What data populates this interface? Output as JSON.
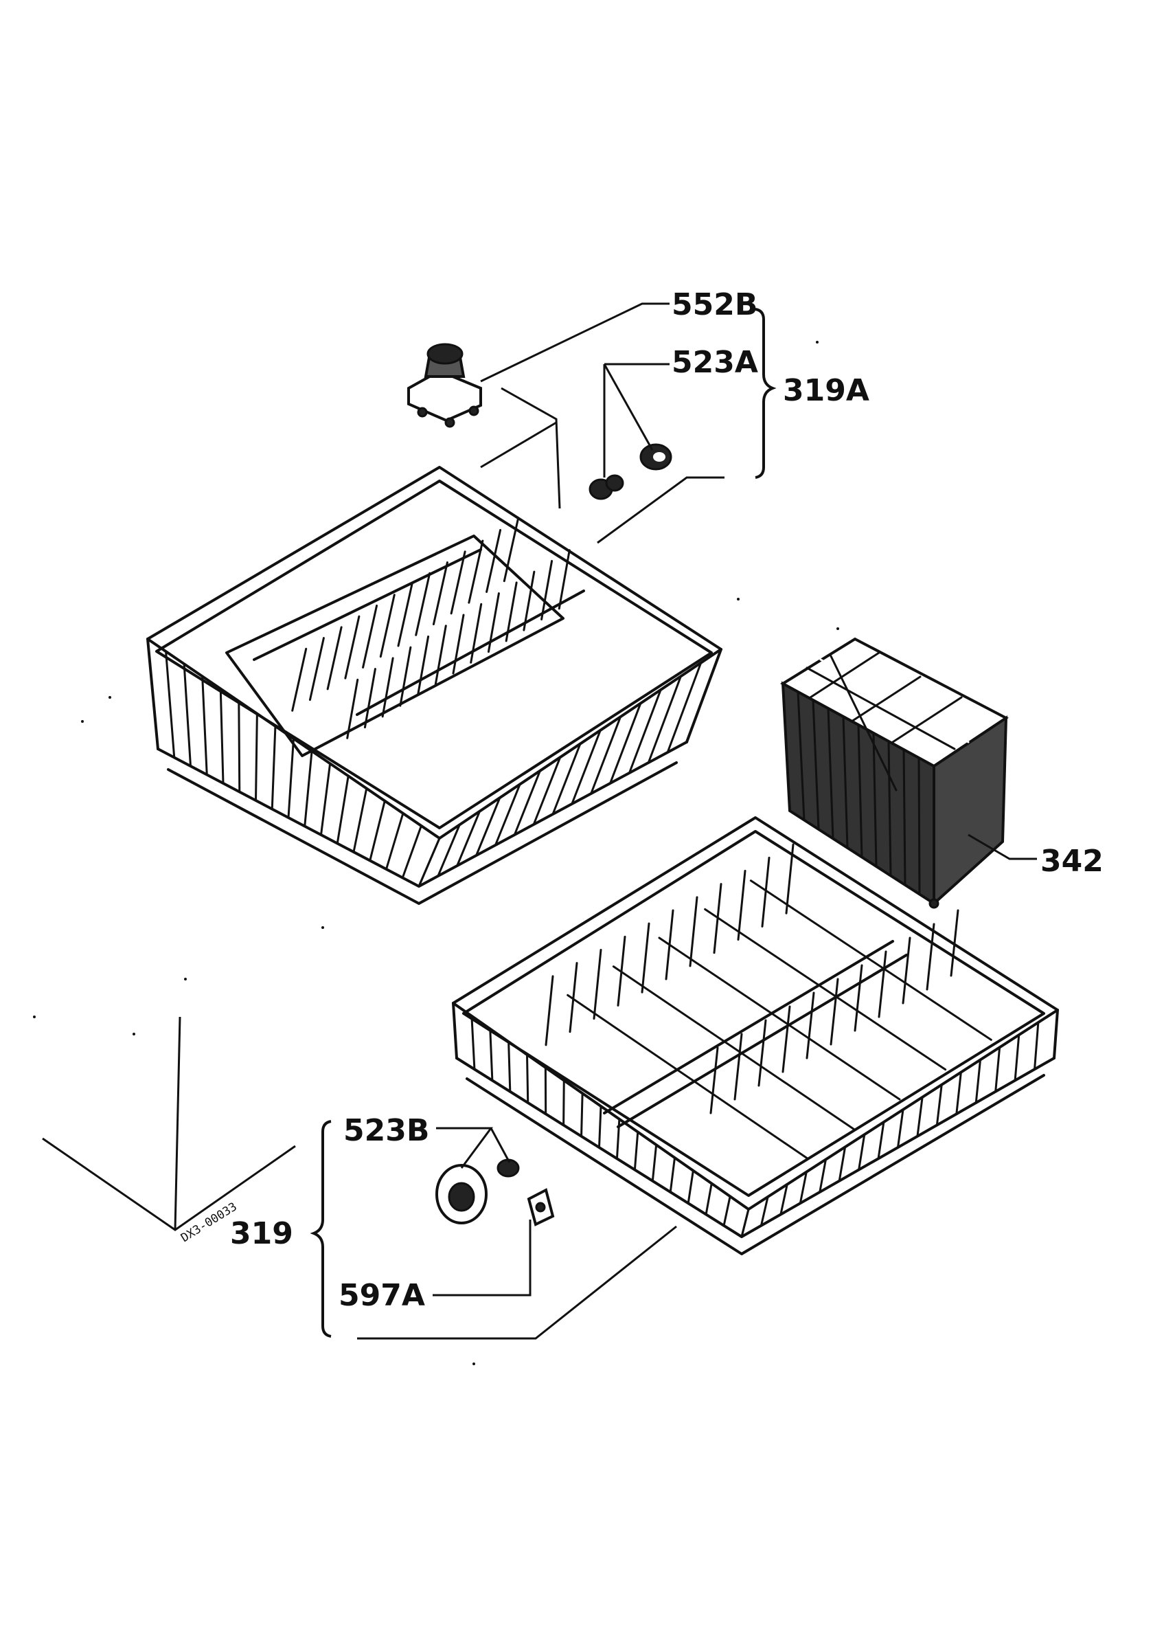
{
  "labels": {
    "p552b": "552B",
    "p523a": "523A",
    "p319a": "319A",
    "p342": "342",
    "p523b": "523B",
    "p319": "319",
    "p597a": "597A"
  },
  "drawing_code": "DX3-00033"
}
